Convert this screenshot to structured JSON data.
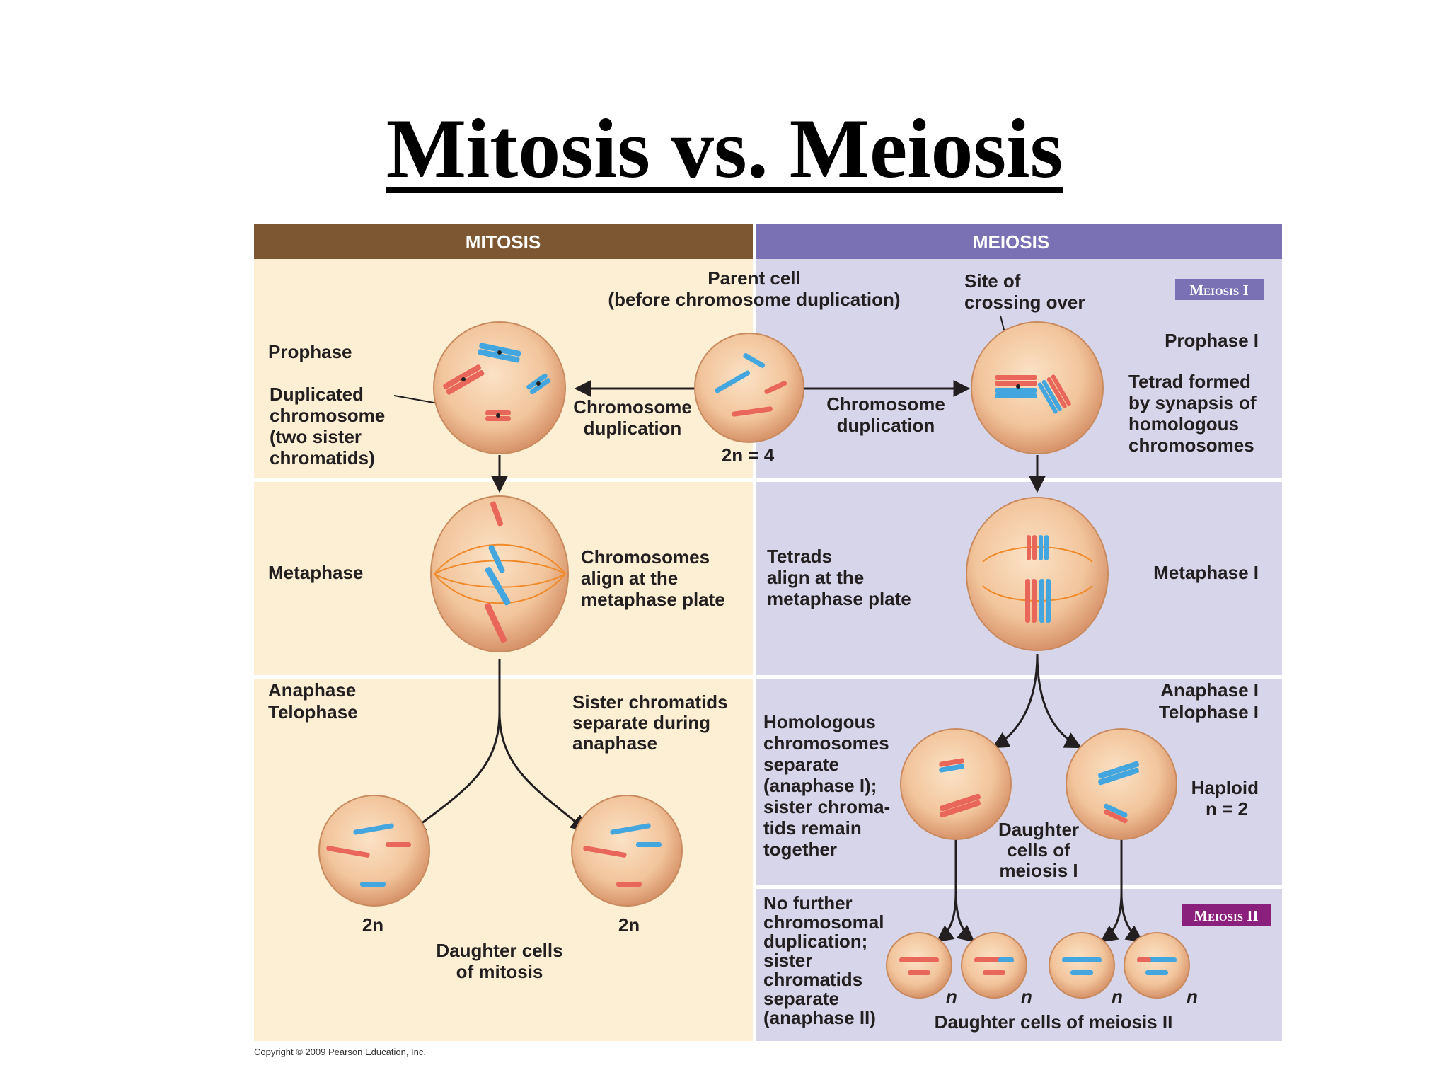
{
  "title": "Mitosis vs. Meiosis",
  "copyright": "Copyright © 2009 Pearson Education, Inc.",
  "colors": {
    "mitosis_header": "#7d5632",
    "mitosis_panel": "#fcefd3",
    "meiosis_header": "#7a70b4",
    "meiosis_panel": "#d7d5ea",
    "meiosis1_badge": "#7a70b4",
    "meiosis2_badge": "#8b1f7c",
    "chromosome_red": "#e8675a",
    "chromosome_blue": "#43a6de",
    "spindle": "#f08a2a",
    "arrow": "#231f20"
  },
  "mitosis": {
    "header": "MITOSIS",
    "prophase": "Prophase",
    "duplicated": [
      "Duplicated",
      "chromosome",
      "(two sister",
      "chromatids)"
    ],
    "duplication": [
      "Chromosome",
      "duplication"
    ],
    "metaphase": "Metaphase",
    "align": [
      "Chromosomes",
      "align at the",
      "metaphase plate"
    ],
    "anaphase": [
      "Anaphase",
      "Telophase"
    ],
    "sister": [
      "Sister chromatids",
      "separate during",
      "anaphase"
    ],
    "daughter_2n": "2n",
    "daughter_cells": [
      "Daughter cells",
      "of mitosis"
    ]
  },
  "parent": {
    "label": [
      "Parent cell",
      "(before chromosome duplication)"
    ],
    "ploidy": "2n = 4"
  },
  "meiosis": {
    "header": "MEIOSIS",
    "badge1": "Meiosis I",
    "site": [
      "Site of",
      "crossing over"
    ],
    "prophase1": "Prophase I",
    "tetrad": [
      "Tetrad formed",
      "by synapsis of",
      "homologous",
      "chromosomes"
    ],
    "duplication": [
      "Chromosome",
      "duplication"
    ],
    "tetrads_align": [
      "Tetrads",
      "align at the",
      "metaphase plate"
    ],
    "metaphase1": "Metaphase I",
    "anaphase1": [
      "Anaphase I",
      "Telophase I"
    ],
    "homologous": [
      "Homologous",
      "chromosomes",
      "separate",
      "(anaphase I);",
      "sister chroma-",
      "tids remain",
      "together"
    ],
    "haploid": [
      "Haploid",
      "n = 2"
    ],
    "daughter1": [
      "Daughter",
      "cells of",
      "meiosis I"
    ],
    "badge2": "Meiosis II",
    "no_further": [
      "No further",
      "chromosomal",
      "duplication;",
      "sister",
      "chromatids",
      "separate",
      "(anaphase II)"
    ],
    "n_label": "n",
    "daughter2": "Daughter cells of meiosis II"
  }
}
